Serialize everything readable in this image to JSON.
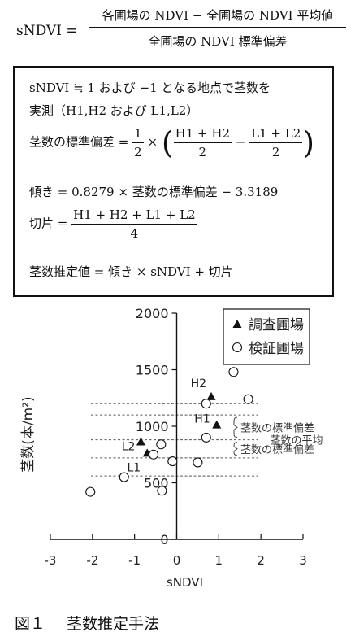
{
  "top_formula": {
    "lhs": "sNDVI =",
    "numerator": "各圃場の NDVI − 全圃場の NDVI 平均値",
    "denominator": "全圃場の NDVI 標準偏差"
  },
  "box": {
    "line1": "sNDVI ≒ 1 および −1 となる地点で茎数を",
    "line2": "実測（H1,H2 および L1,L2）",
    "sd_lhs": "茎数の標準偏差 =",
    "half_num": "1",
    "half_den": "2",
    "times": "×",
    "h_num": "H1 + H2",
    "h_den": "2",
    "minus": "−",
    "l_num": "L1 + L2",
    "l_den": "2",
    "paren_open": "(",
    "paren_close": ")",
    "slope": "傾き = 0.8279 × 茎数の標準偏差 − 3.3189",
    "icpt_lhs": "切片 =",
    "icpt_num": "H1 + H2 + L1 + L2",
    "icpt_den": "4",
    "estimate": "茎数推定値 = 傾き × sNDVI + 切片"
  },
  "caption": {
    "figure": "図１",
    "title": "茎数推定手法"
  },
  "chart_data": {
    "type": "scatter",
    "xlabel": "sNDVI",
    "ylabel": "茎数(本/m²)",
    "xlim": [
      -3,
      3
    ],
    "ylim": [
      0,
      2000
    ],
    "xticks": [
      "-3",
      "-2",
      "-1",
      "0",
      "1",
      "2",
      "3"
    ],
    "yticks": [
      "0",
      "500",
      "1000",
      "1500",
      "2000"
    ],
    "legend": {
      "position": "top-right",
      "entries": [
        {
          "symbol": "▲",
          "label": "調査圃場"
        },
        {
          "symbol": "○",
          "label": "検証圃場"
        }
      ]
    },
    "series": [
      {
        "name": "調査圃場",
        "marker": "triangle",
        "points": [
          {
            "x": 0.82,
            "y": 1260,
            "label": "H2"
          },
          {
            "x": 0.95,
            "y": 1010,
            "label": "H1"
          },
          {
            "x": -0.85,
            "y": 860,
            "label": "L2"
          },
          {
            "x": -0.7,
            "y": 760,
            "label": "L1"
          }
        ]
      },
      {
        "name": "検証圃場",
        "marker": "circle",
        "points": [
          {
            "x": -2.05,
            "y": 420
          },
          {
            "x": -1.25,
            "y": 550
          },
          {
            "x": -0.55,
            "y": 750
          },
          {
            "x": -0.37,
            "y": 840
          },
          {
            "x": -0.35,
            "y": 430
          },
          {
            "x": -0.1,
            "y": 690
          },
          {
            "x": 0.5,
            "y": 680
          },
          {
            "x": 0.7,
            "y": 1200
          },
          {
            "x": 0.7,
            "y": 900
          },
          {
            "x": 1.35,
            "y": 1480
          },
          {
            "x": 1.7,
            "y": 1240
          }
        ]
      }
    ],
    "reference_lines": [
      {
        "y": 1200,
        "label": ""
      },
      {
        "y": 1100,
        "label": ""
      },
      {
        "y": 880,
        "label": "茎数の平均"
      },
      {
        "y": 720,
        "label": ""
      },
      {
        "y": 560,
        "label": ""
      }
    ],
    "brackets": [
      {
        "y_top": 1100,
        "y_bottom": 880,
        "label": "茎数の標準偏差"
      },
      {
        "y_top": 880,
        "y_bottom": 720,
        "label": "茎数の標準偏差"
      }
    ]
  }
}
